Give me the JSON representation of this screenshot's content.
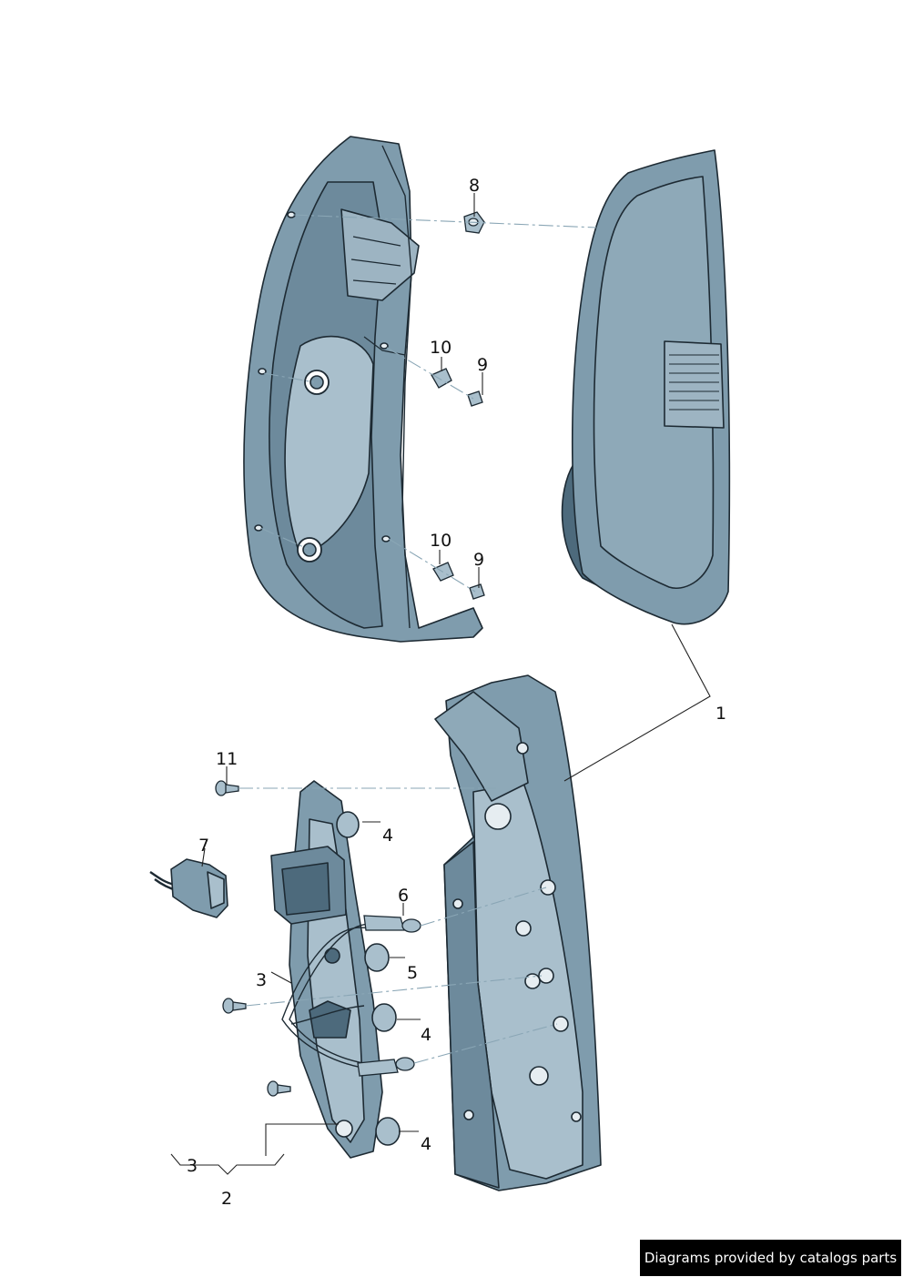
{
  "callouts": {
    "c1": "1",
    "c2": "2",
    "c3a": "3",
    "c3b": "3",
    "c4a": "4",
    "c4b": "4",
    "c4c": "4",
    "c5": "5",
    "c6": "6",
    "c7": "7",
    "c8": "8",
    "c9a": "9",
    "c9b": "9",
    "c10a": "10",
    "c10b": "10",
    "c11": "11"
  },
  "credit": "Diagrams provided by catalogs parts",
  "colors": {
    "part_fill": "#7f9cad",
    "part_light": "#a9bfcc",
    "part_dark": "#4d6a7c",
    "outline": "#1d2a33",
    "leader": "#222222"
  }
}
